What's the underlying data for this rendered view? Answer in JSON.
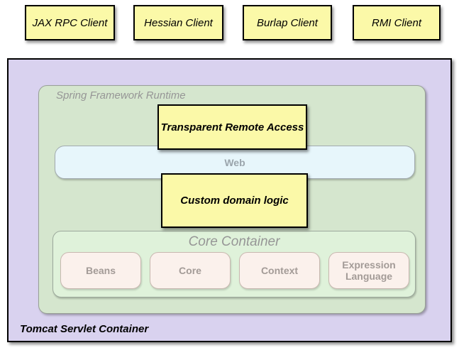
{
  "clients": [
    {
      "label": "JAX RPC Client"
    },
    {
      "label": "Hessian Client"
    },
    {
      "label": "Burlap Client"
    },
    {
      "label": "RMI Client"
    }
  ],
  "tomcat_container": {
    "label": "Tomcat Servlet Container"
  },
  "spring_runtime": {
    "label": "Spring Framework Runtime"
  },
  "remote_access_box": {
    "label": "Transparent Remote Access"
  },
  "web_layer": {
    "label": "Web"
  },
  "domain_logic_box": {
    "label": "Custom domain logic"
  },
  "core_container": {
    "label": "Core Container",
    "modules": [
      {
        "label": "Beans"
      },
      {
        "label": "Core"
      },
      {
        "label": "Context"
      },
      {
        "label": "Expression Language"
      }
    ]
  },
  "colors": {
    "yellow": "#FBF9A8",
    "lavender": "#D9D2EF",
    "runtime-green": "#D5E6CE",
    "runtime-border": "#98A096",
    "web-blue": "#E7F6FB",
    "web-border": "#A2ABB0",
    "web-text": "#9BA5AC",
    "core-green": "#DFF2DA",
    "core-border": "#9CA99C",
    "module-pink": "#FBF1EC",
    "module-border": "#C8B8B0",
    "module-text": "#A39B97",
    "gray-text": "#969696"
  }
}
